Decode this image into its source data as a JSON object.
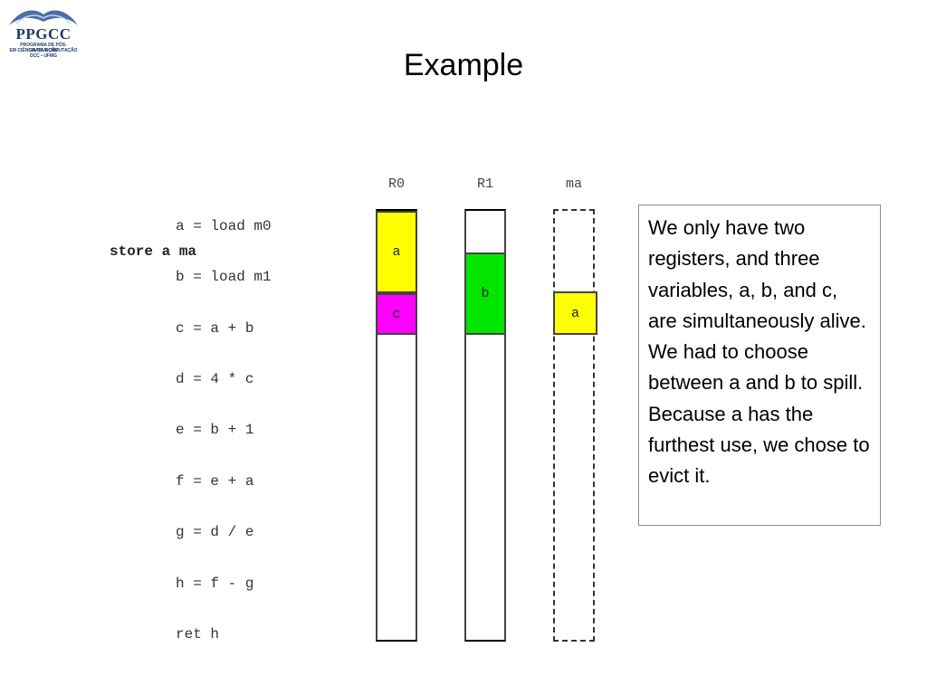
{
  "logo": {
    "name": "PPGCC",
    "line1": "PROGRAMA DE PÓS-GRADUAÇÃO",
    "line2": "EM CIÊNCIA DA COMPUTAÇÃO",
    "line3": "DCC • UFMG",
    "color": "#1f3b6b"
  },
  "title": "Example",
  "code": {
    "lines": [
      "a = load m0",
      "store a ma",
      "b = load m1",
      "c = a + b",
      "d = 4 * c",
      "e = b + 1",
      "f = e + a",
      "g = d / e",
      "h = f - g",
      "ret h"
    ]
  },
  "columns": {
    "r0": {
      "label": "R0"
    },
    "r1": {
      "label": "R1"
    },
    "ma": {
      "label": "ma"
    }
  },
  "blocks": {
    "r0_a": {
      "label": "a",
      "color": "#ffff00"
    },
    "r0_c": {
      "label": "c",
      "color": "#ff00ff"
    },
    "r1_b": {
      "label": "b",
      "color": "#00e600"
    },
    "ma_a": {
      "label": "a",
      "color": "#ffff00"
    }
  },
  "note": {
    "text": "We only have two registers, and three variables, a, b, and c, are simultaneously alive. We had to choose between a and b to spill. Because a has the furthest use, we chose to evict it."
  }
}
